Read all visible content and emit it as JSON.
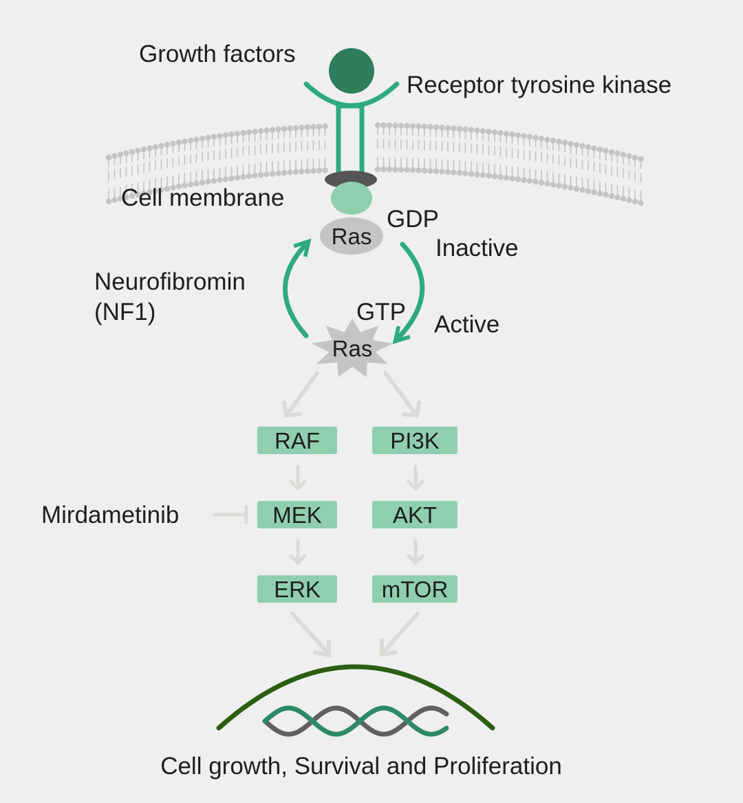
{
  "labels": {
    "growth_factors": "Growth factors",
    "receptor": "Receptor tyrosine kinase",
    "cell_membrane": "Cell membrane",
    "gdp": "GDP",
    "inactive": "Inactive",
    "neurofibromin": "Neurofibromin",
    "nf1": "(NF1)",
    "gtp": "GTP",
    "active": "Active",
    "ras_inactive": "Ras",
    "ras_active": "Ras",
    "mirdametinib": "Mirdametinib",
    "outcome": "Cell growth, Survival and Proliferation"
  },
  "pathways": {
    "left": [
      "RAF",
      "MEK",
      "ERK"
    ],
    "right": [
      "PI3K",
      "AKT",
      "mTOR"
    ]
  },
  "colors": {
    "background": "#efefef",
    "ligand": "#2e7d5b",
    "receptor": "#2eaa7e",
    "ras_binding": "#8fcfb0",
    "node_fill": "#8fcfb0",
    "membrane": "#c4c4c4",
    "arrow_gray": "#dcdad5",
    "nucleus": "#2b5e12",
    "dna_gray": "#606060",
    "dna_green": "#2e8a64"
  }
}
